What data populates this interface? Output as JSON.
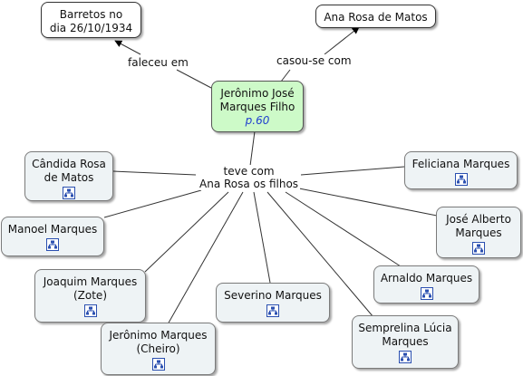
{
  "center": {
    "name": "Jerônimo José\nMarques Filho",
    "page_ref": "p.60"
  },
  "death": {
    "label": "faleceu em",
    "place": "Barretos no\ndia 26/10/1934"
  },
  "spouse": {
    "label": "casou-se com",
    "name": "Ana Rosa de Matos"
  },
  "children_link": {
    "label": "teve com\nAna Rosa os filhos"
  },
  "children": [
    "Cândida Rosa\nde Matos",
    "Manoel Marques",
    "Joaquim Marques\n(Zote)",
    "Jerônimo Marques\n(Cheiro)",
    "Severino Marques",
    "Semprelina Lúcia\nMarques",
    "Arnaldo Marques",
    "José Alberto\nMarques",
    "Feliciana Marques"
  ],
  "icons": {
    "family_tree": "family-tree-icon"
  },
  "colors": {
    "center_fill": "#cdfac8",
    "node_fill": "#eef3f5",
    "page_ref": "#1f3fcf"
  }
}
